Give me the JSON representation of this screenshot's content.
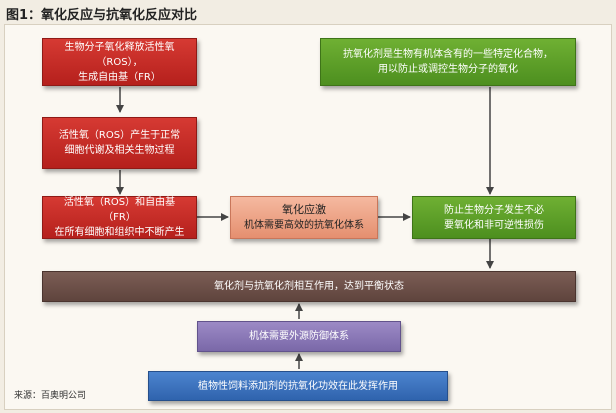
{
  "title": "图1：氧化反应与抗氧化反应对比",
  "boxes": {
    "ros_generation": [
      "生物分子氧化释放活性氧（ROS），",
      "生成自由基（FR）"
    ],
    "ros_metabolism": [
      "活性氧（ROS）产生于正常",
      "细胞代谢及相关生物过程"
    ],
    "ros_everywhere": [
      "活性氧（ROS）和自由基（FR）",
      "在所有细胞和组织中不断产生"
    ],
    "oxidative_stress": [
      "氧化应激",
      "机体需要高效的抗氧化体系"
    ],
    "antioxidant_def": [
      "抗氧化剂是生物有机体含有的一些特定化合物，",
      "用以防止或调控生物分子的氧化"
    ],
    "prevent_oxidation": [
      "防止生物分子发生不必",
      "要氧化和非可逆性损伤"
    ],
    "balance": "氧化剂与抗氧化剂相互作用，达到平衡状态",
    "external_defense": "机体需要外源防御体系",
    "plant_antioxidant": "植物性饲料添加剂的抗氧化功效在此发挥作用"
  },
  "source": "来源：百奥明公司",
  "colors": {
    "red": "#c62a25",
    "green": "#5a9e27",
    "salmon": "#ee9f80",
    "brown": "#6b4f48",
    "purple": "#8b79b7",
    "blue": "#3a71bd",
    "arrow": "#444444",
    "background": "#f2ede3"
  }
}
